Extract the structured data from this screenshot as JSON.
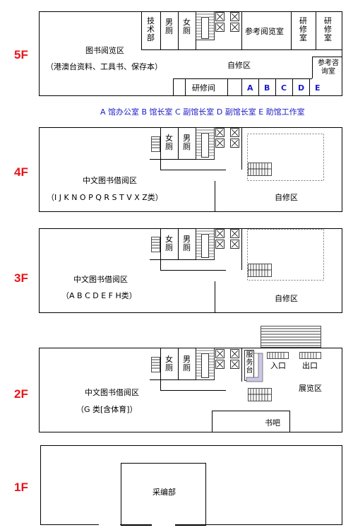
{
  "floors": {
    "f5": {
      "label": "5F",
      "area_main": "图书阅览区",
      "area_main_sub": "（港澳台资料、工具书、保存本）",
      "tech": "技术部",
      "men": "男厕",
      "women": "女厕",
      "ref_reading": "参考阅览室",
      "study1": "研修室",
      "study2": "研修室",
      "self_study": "自修区",
      "ref_consult": "参考咨询室",
      "study_room": "研修间",
      "letters": [
        "A",
        "B",
        "C",
        "D",
        "E"
      ]
    },
    "legend": "A 馆办公室  B 馆长室  C 副馆长室  D 副馆长室  E 助馆工作室",
    "f4": {
      "label": "4F",
      "women": "女厕",
      "men": "男厕",
      "area_main": "中文图书借阅区",
      "area_main_sub": "（I J K N O P Q R S T V X Z类）",
      "self_study": "自修区"
    },
    "f3": {
      "label": "3F",
      "women": "女厕",
      "men": "男厕",
      "area_main": "中文图书借阅区",
      "area_main_sub": "（A B C D E F H类）",
      "self_study": "自修区"
    },
    "f2": {
      "label": "2F",
      "women": "女厕",
      "men": "男厕",
      "service": "服务台",
      "entrance": "入口",
      "exit": "出口",
      "area_main": "中文图书借阅区",
      "area_main_sub": "（G 类[含体育]）",
      "exhibit": "展览区",
      "bookbar": "书吧"
    },
    "f1": {
      "label": "1F",
      "acq": "采编部"
    }
  }
}
